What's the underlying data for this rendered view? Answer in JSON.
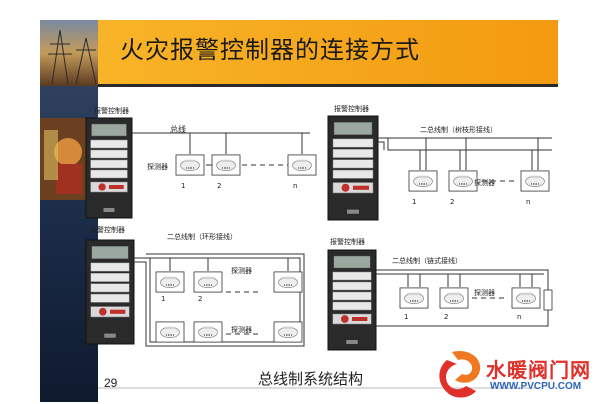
{
  "title": "火灾报警控制器的连接方式",
  "caption": "总线制系统结构",
  "page_number": "29",
  "watermark": {
    "name": "水暖阀门网",
    "url": "WWW.PVCPU.COM"
  },
  "diagrams": {
    "d1": {
      "controller": "报警控制器",
      "bus": "总线",
      "detector": "探测器",
      "n1": "1",
      "n2": "2",
      "nn": "n"
    },
    "d2": {
      "controller": "报警控制器",
      "bus": "二总线制（树枝形接线）",
      "detector": "探测器",
      "n1": "1",
      "n2": "2",
      "nn": "n"
    },
    "d3": {
      "controller": "报警控制器",
      "bus": "二总线制（环形接线）",
      "detector": "探测器",
      "n1": "1",
      "n2": "2"
    },
    "d4": {
      "controller": "报警控制器",
      "bus": "二总线制（链式接线）",
      "detector": "探测器",
      "n1": "1",
      "n2": "2",
      "nn": "n"
    }
  },
  "colors": {
    "banner": "#f5a214",
    "panel": "#2a2a2a",
    "wire": "#333333",
    "side": "#1c2d4a"
  }
}
